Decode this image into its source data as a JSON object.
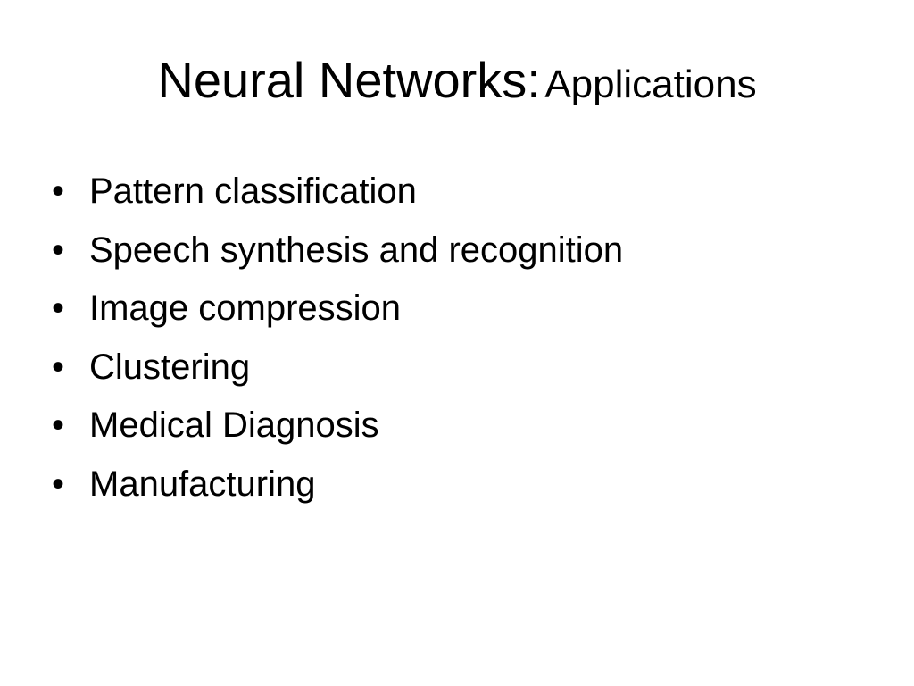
{
  "slide": {
    "title_main": "Neural Networks:",
    "title_sub": "Applications",
    "bullet_symbol": "•",
    "bullets": [
      "Pattern classification",
      "Speech synthesis and recognition",
      "Image compression",
      "Clustering",
      "Medical Diagnosis",
      "Manufacturing"
    ]
  }
}
